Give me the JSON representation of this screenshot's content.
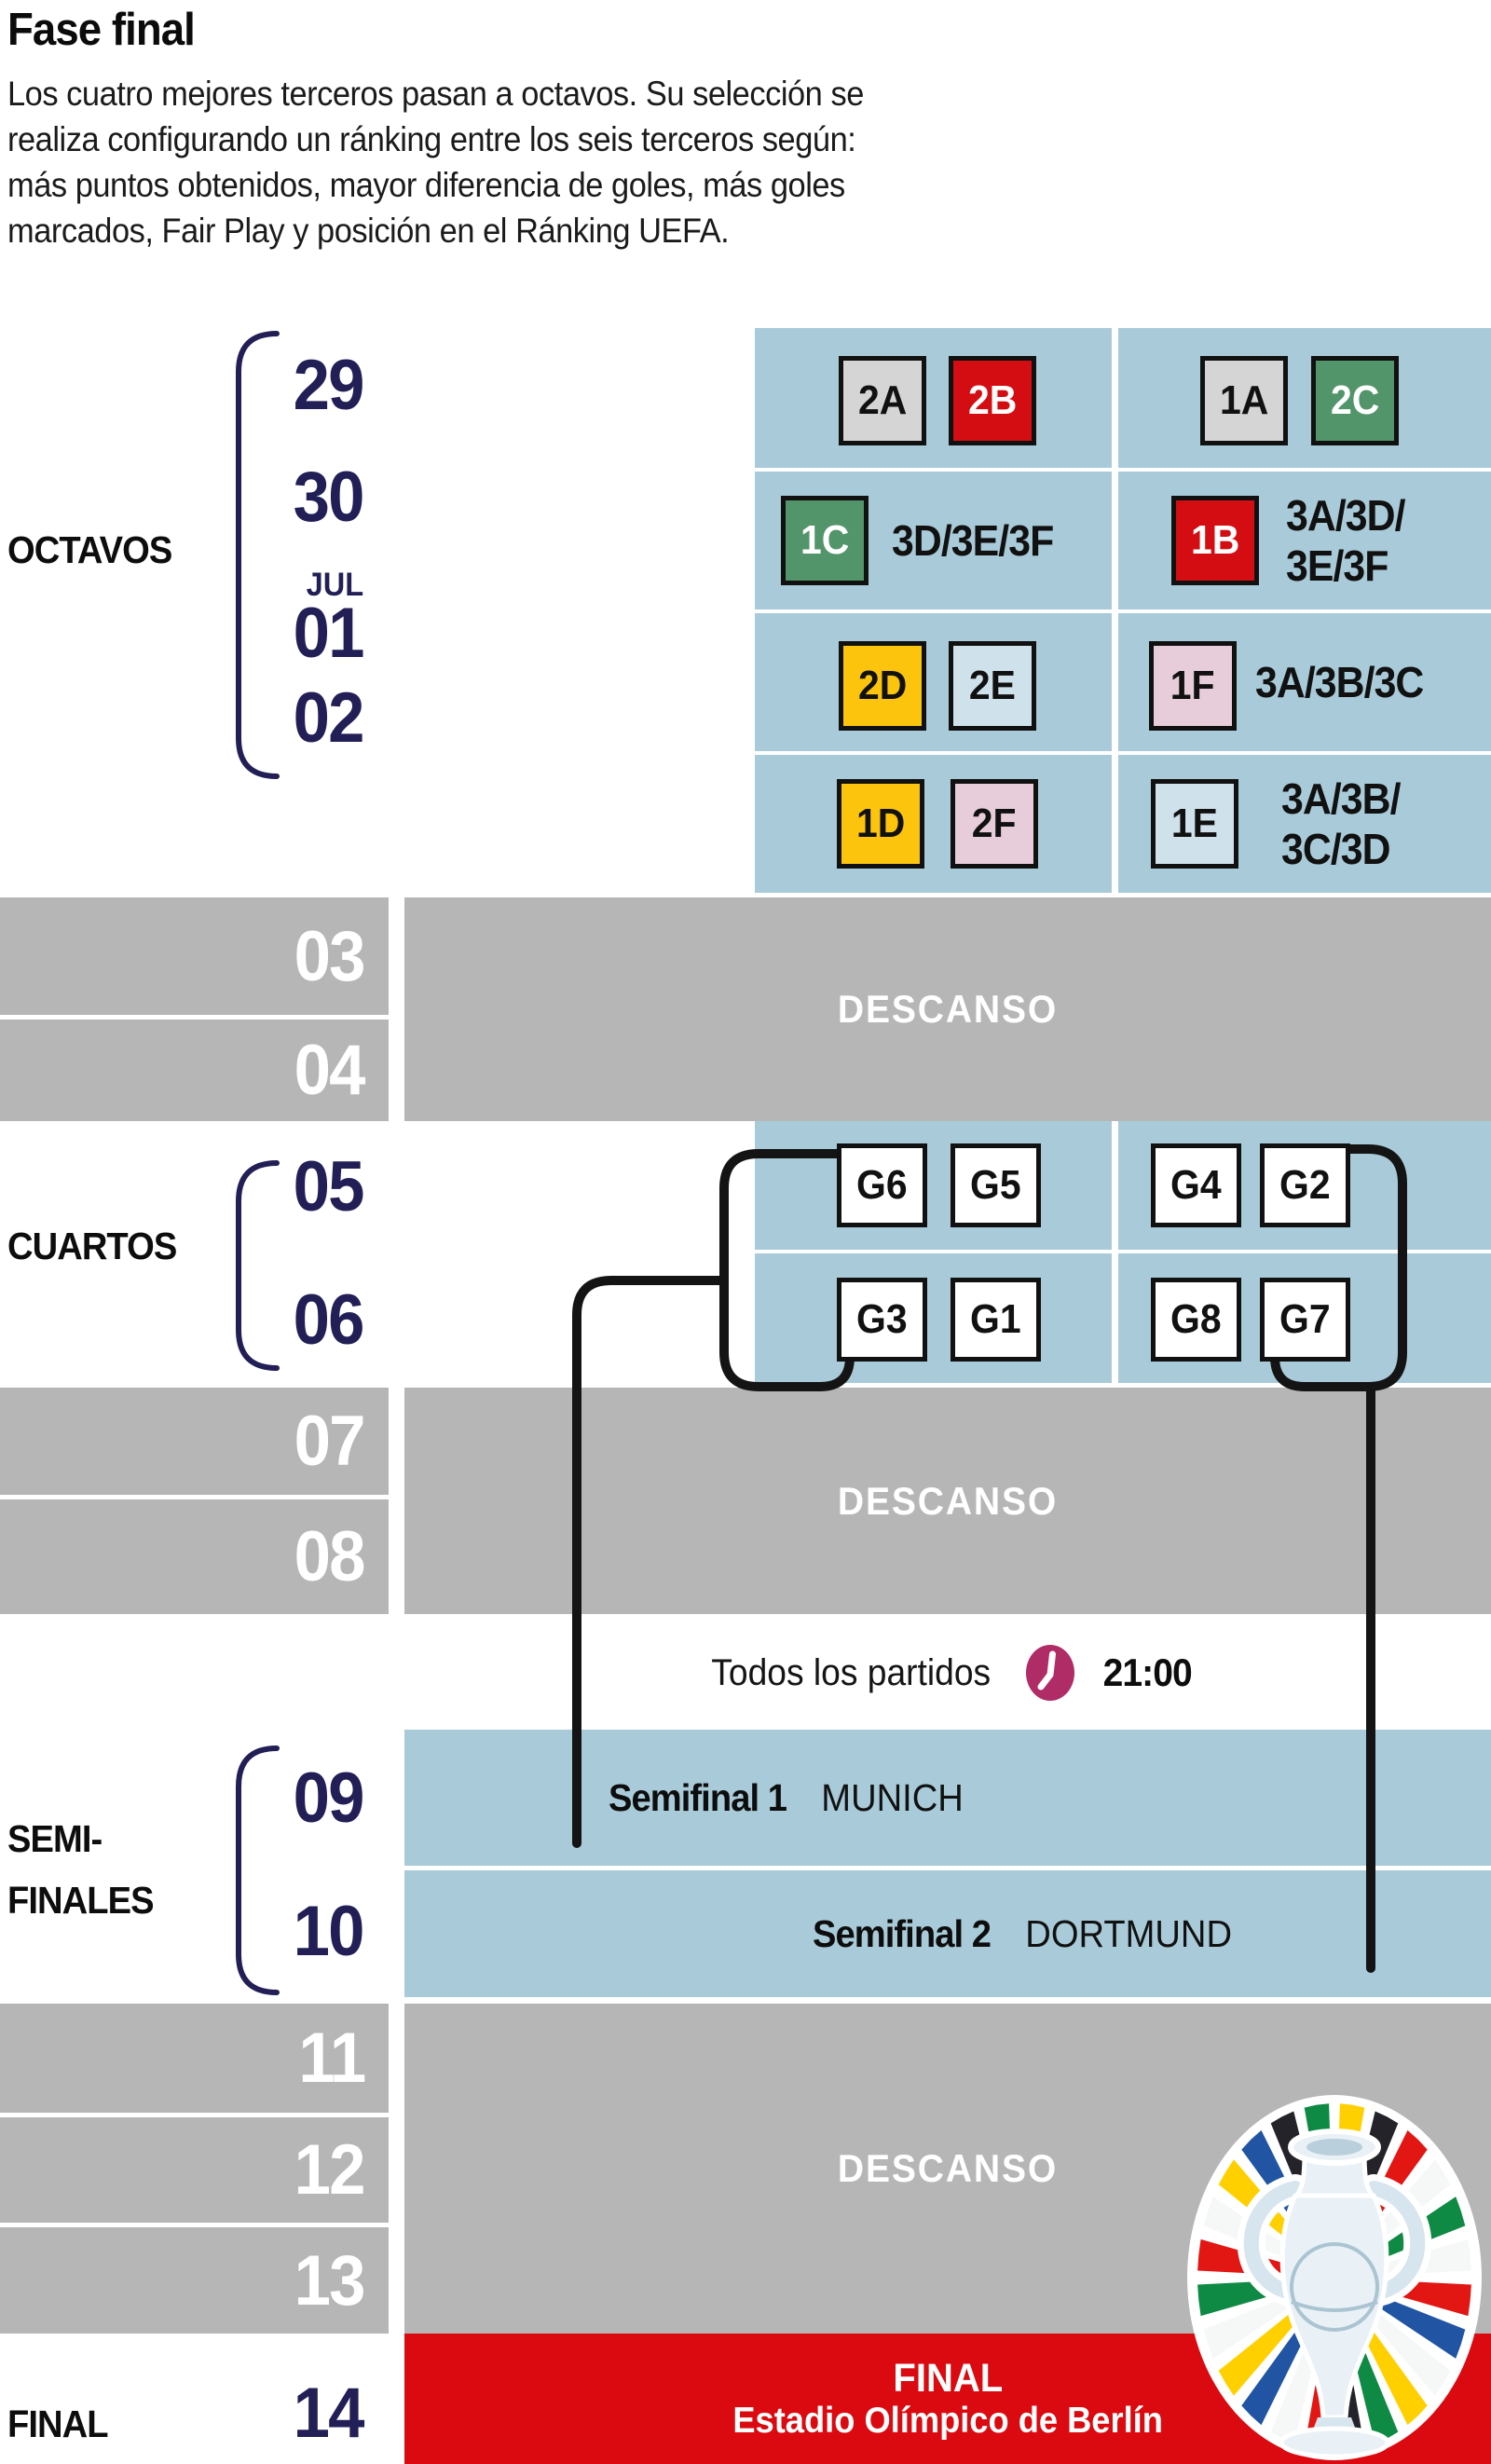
{
  "title": "Fase final",
  "intro": [
    "Los cuatro mejores terceros pasan a octavos. Su selección se",
    "realiza configurando un ránking entre los seis terceros según:",
    "más puntos obtenidos, mayor diferencia de goles, más goles",
    "marcados, Fair Play y posición en el Ránking UEFA."
  ],
  "descanso": "DESCANSO",
  "stages": {
    "octavos": "OCTAVOS",
    "cuartos": "CUARTOS",
    "semi_line1": "SEMI-",
    "semi_line2": "FINALES",
    "final": "FINAL"
  },
  "month": "JUL",
  "dates": {
    "oct": [
      "29",
      "30",
      "01",
      "02"
    ],
    "cuartos": [
      "05",
      "06"
    ],
    "semis": [
      "09",
      "10"
    ],
    "final": "14",
    "rest": [
      "03",
      "04",
      "07",
      "08",
      "11",
      "12",
      "13"
    ]
  },
  "octavos": {
    "rows": [
      {
        "left": {
          "boxes": [
            {
              "code": "2A",
              "color": "gray"
            },
            {
              "code": "2B",
              "color": "red"
            }
          ]
        },
        "right": {
          "boxes": [
            {
              "code": "1A",
              "color": "gray"
            },
            {
              "code": "2C",
              "color": "green"
            }
          ]
        }
      },
      {
        "left": {
          "boxes": [
            {
              "code": "1C",
              "color": "green"
            }
          ],
          "note": [
            "3D/3E/3F"
          ]
        },
        "right": {
          "boxes": [
            {
              "code": "1B",
              "color": "red"
            }
          ],
          "note": [
            "3A/3D/",
            "3E/3F"
          ]
        }
      },
      {
        "left": {
          "boxes": [
            {
              "code": "2D",
              "color": "yellow"
            },
            {
              "code": "2E",
              "color": "pale"
            }
          ]
        },
        "right": {
          "boxes": [
            {
              "code": "1F",
              "color": "pink"
            }
          ],
          "note": [
            "3A/3B/3C"
          ]
        }
      },
      {
        "left": {
          "boxes": [
            {
              "code": "1D",
              "color": "yellow"
            },
            {
              "code": "2F",
              "color": "pink"
            }
          ]
        },
        "right": {
          "boxes": [
            {
              "code": "1E",
              "color": "pale"
            }
          ],
          "note": [
            "3A/3B/",
            "3C/3D"
          ]
        }
      }
    ]
  },
  "cuartos": {
    "rows": [
      {
        "left": [
          "G6",
          "G5"
        ],
        "right": [
          "G4",
          "G2"
        ]
      },
      {
        "left": [
          "G3",
          "G1"
        ],
        "right": [
          "G8",
          "G7"
        ]
      }
    ]
  },
  "all_matches": {
    "label": "Todos los partidos",
    "icon": "clock-icon",
    "time": "21:00"
  },
  "semifinals": [
    {
      "name": "Semifinal 1",
      "venue": "MUNICH"
    },
    {
      "name": "Semifinal 2",
      "venue": "DORTMUND"
    }
  ],
  "final": {
    "title": "FINAL",
    "venue": "Estadio Olímpico de Berlín"
  },
  "colors": {
    "panel_blue": "#a9cbd9",
    "band_gray": "#b6b6b6",
    "navy": "#221f56",
    "box_gray": "#d5d5d5",
    "box_red": "#d40d12",
    "box_green": "#52956a",
    "box_yellow": "#fcc40d",
    "box_pale": "#cfe2eb",
    "box_pink": "#e7cdd9",
    "final_red": "#da0a10",
    "clock_magenta": "#b02c67"
  },
  "logo": {
    "name": "uefa-euro-2024-logo",
    "stripes": [
      "#ffd000",
      "#242329",
      "#e21613",
      "#f6f8f8",
      "#0f8a44",
      "#f6f8f8",
      "#e21613",
      "#2155a3",
      "#f6f8f8",
      "#ffd000",
      "#0f8a44",
      "#242329",
      "#e21613",
      "#f6f8f8",
      "#2155a3",
      "#ffd000",
      "#f6f8f8",
      "#0f8a44",
      "#e21613",
      "#f6f8f8",
      "#ffd000",
      "#2155a3",
      "#242329",
      "#0f8a44"
    ]
  }
}
